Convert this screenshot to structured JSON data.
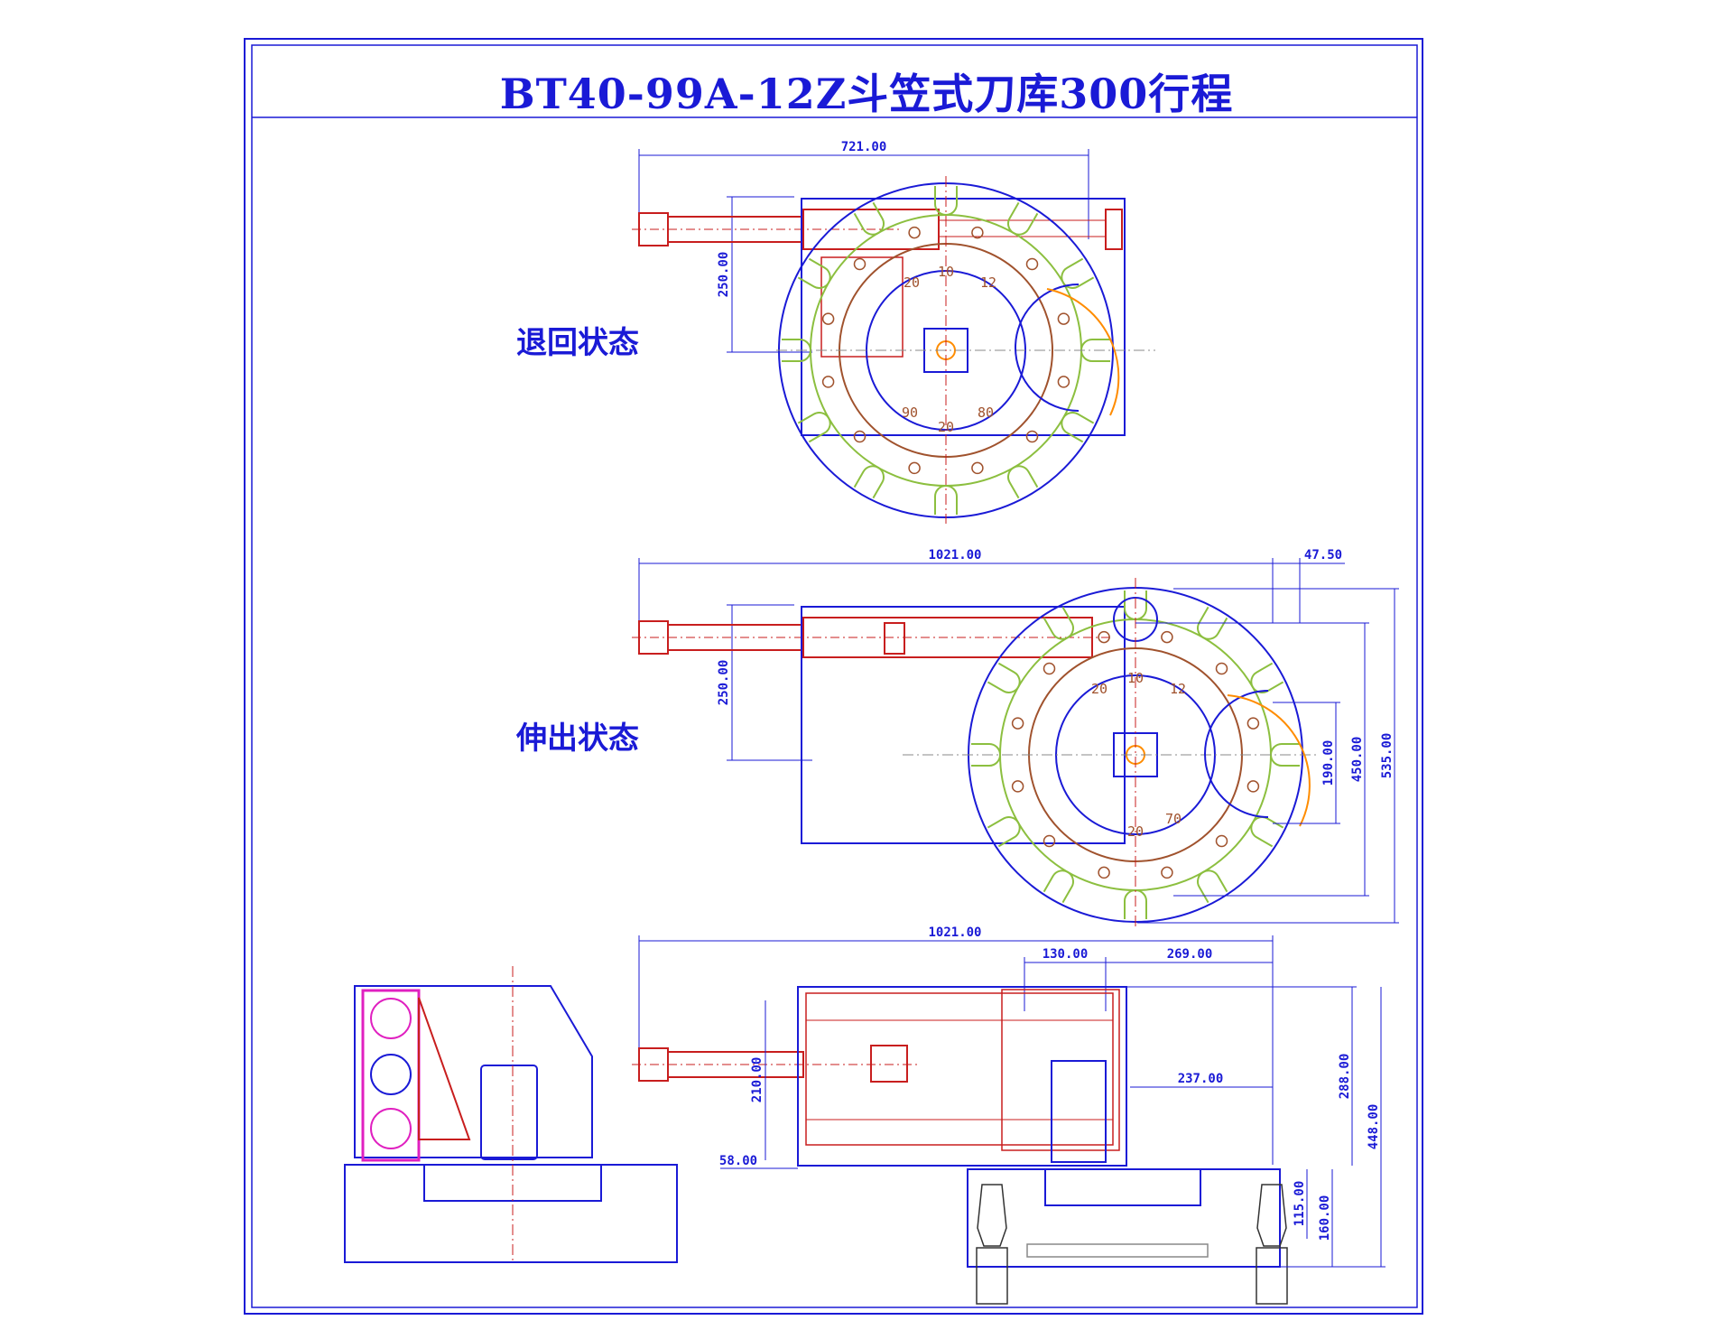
{
  "title": "BT40-99A-12Z斗笠式刀库300行程",
  "labels": {
    "retracted": "退回状态",
    "extended": "伸出状态"
  },
  "top_view": {
    "dim_width": "721.00",
    "dim_height": "250.00",
    "pocket_numbers": [
      "10",
      "12",
      "20",
      "80",
      "90",
      "20"
    ]
  },
  "middle_view": {
    "dim_width": "1021.00",
    "dim_offset": "47.50",
    "dim_height": "250.00",
    "dim_190": "190.00",
    "dim_450": "450.00",
    "dim_535": "535.00",
    "pocket_numbers": [
      "10",
      "12",
      "20",
      "70",
      "20"
    ]
  },
  "bottom_view": {
    "dim_width": "1021.00",
    "dim_130": "130.00",
    "dim_269": "269.00",
    "dim_210": "210.00",
    "dim_237": "237.00",
    "dim_58": "58.00",
    "dim_288": "288.00",
    "dim_448": "448.00",
    "dim_115": "115.00",
    "dim_160": "160.00"
  },
  "colors": {
    "frame": "#1a1ad6",
    "machine": "#c81e1e",
    "disk": "#8cbf3f",
    "pocket": "#a0522d",
    "accent": "#ff8c00",
    "magenta": "#e020c0"
  }
}
